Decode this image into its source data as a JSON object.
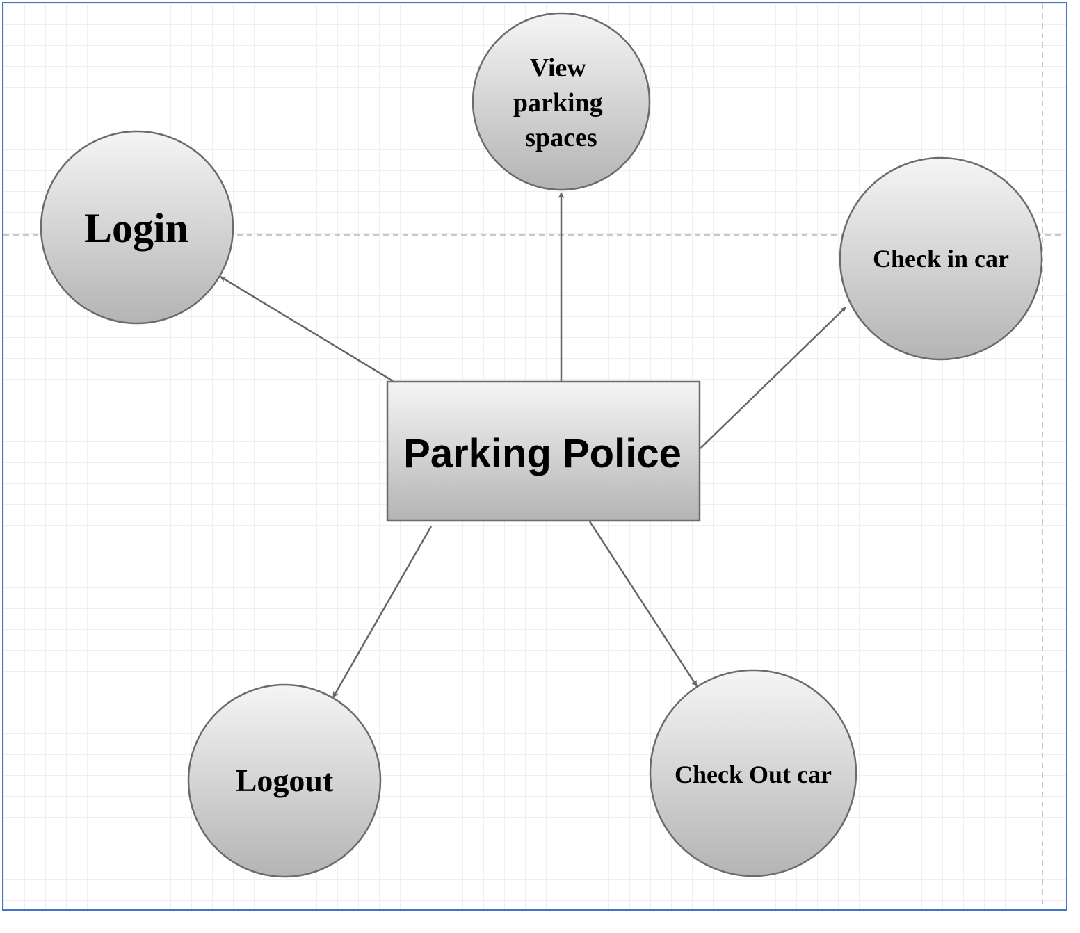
{
  "diagram": {
    "center": {
      "label": "Parking Police"
    },
    "nodes": {
      "view": {
        "lines": [
          "View",
          "parking",
          "spaces"
        ]
      },
      "login": {
        "label": "Login"
      },
      "checkin": {
        "label": "Check in car"
      },
      "logout": {
        "label": "Logout"
      },
      "checkout": {
        "label": "Check Out car"
      }
    }
  },
  "colors": {
    "canvas_border": "#4472c4",
    "shape_stroke": "#6b6b6b",
    "edge": "#666666",
    "guide_dash": "#c8c8c8",
    "fill_top": "#f5f5f5",
    "fill_bottom": "#b8b8b8"
  }
}
